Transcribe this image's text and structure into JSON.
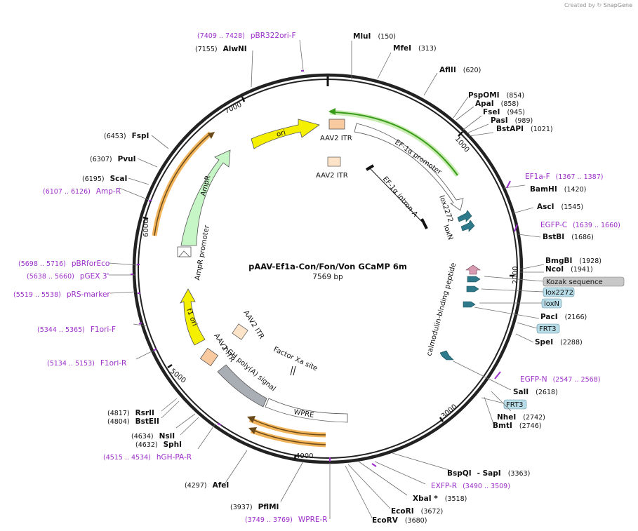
{
  "credit": {
    "prefix": "Created by",
    "brand": "SnapGene"
  },
  "plasmid": {
    "name": "pAAV-Ef1a-Con/Fon/Von GCaMP 6m",
    "length_label": "7569 bp",
    "length": 7569
  },
  "colors": {
    "backbone": "#222222",
    "primer": "#9b2fc9",
    "ori": "#f5f000",
    "amp": "#c6f5c6",
    "itr": "#f9c9a0",
    "promoter": "#ffffff",
    "green_arrow": "#3a9a1a",
    "orange_highlight": "#f2b45a",
    "grey_feature": "#a9adb4",
    "badge_blue": "#b9dde8",
    "badge_grey": "#c8c8c8"
  },
  "ticks": [
    {
      "label": "1000"
    },
    {
      "label": "2000"
    },
    {
      "label": "3000"
    },
    {
      "label": "4000"
    },
    {
      "label": "5000"
    },
    {
      "label": "6000"
    },
    {
      "label": "7000"
    }
  ],
  "sites": [
    {
      "name": "MluI",
      "pos": "(150)"
    },
    {
      "name": "MfeI",
      "pos": "(313)"
    },
    {
      "name": "AflII",
      "pos": "(620)"
    },
    {
      "name": "PspOMI",
      "pos": "(854)"
    },
    {
      "name": "ApaI",
      "pos": "(858)"
    },
    {
      "name": "FseI",
      "pos": "(945)"
    },
    {
      "name": "PasI",
      "pos": "(989)"
    },
    {
      "name": "BstAPI",
      "pos": "(1021)"
    },
    {
      "name": "BamHI",
      "pos": "(1420)"
    },
    {
      "name": "AscI",
      "pos": "(1545)"
    },
    {
      "name": "BstBI",
      "pos": "(1686)"
    },
    {
      "name": "BmgBI",
      "pos": "(1928)"
    },
    {
      "name": "NcoI",
      "pos": "(1941)"
    },
    {
      "name": "PacI",
      "pos": "(2166)"
    },
    {
      "name": "SpeI",
      "pos": "(2288)"
    },
    {
      "name": "SalI",
      "pos": "(2618)"
    },
    {
      "name": "NheI",
      "pos": "(2742)"
    },
    {
      "name": "BmtI",
      "pos": "(2746)"
    },
    {
      "name": "BspQI",
      "pos": ""
    },
    {
      "name": "- SapI",
      "pos": "(3363)"
    },
    {
      "name": "XbaI *",
      "pos": "(3518)"
    },
    {
      "name": "EcoRI",
      "pos": "(3672)"
    },
    {
      "name": "EcoRV",
      "pos": "(3680)"
    },
    {
      "name": "PflMI",
      "pos": "(3937)"
    },
    {
      "name": "AfeI",
      "pos": "(4297)"
    },
    {
      "name": "SphI",
      "pos": "(4632)"
    },
    {
      "name": "NsiI",
      "pos": "(4634)"
    },
    {
      "name": "BstEII",
      "pos": "(4804)"
    },
    {
      "name": "RsrII",
      "pos": "(4817)"
    },
    {
      "name": "ScaI",
      "pos": "(6195)"
    },
    {
      "name": "PvuI",
      "pos": "(6307)"
    },
    {
      "name": "FspI",
      "pos": "(6453)"
    },
    {
      "name": "AlwNI",
      "pos": "(7155)"
    }
  ],
  "primers": [
    {
      "name": "pBR322ori-F",
      "range": "(7409 .. 7428)"
    },
    {
      "name": "EF1a-F",
      "range": "(1367 .. 1387)"
    },
    {
      "name": "EGFP-C",
      "range": "(1639 .. 1660)"
    },
    {
      "name": "EGFP-N",
      "range": "(2547 .. 2568)"
    },
    {
      "name": "EXFP-R",
      "range": "(3490 .. 3509)"
    },
    {
      "name": "WPRE-R",
      "range": "(3749 .. 3769)"
    },
    {
      "name": "hGH-PA-R",
      "range": "(4515 .. 4534)"
    },
    {
      "name": "F1ori-R",
      "range": "(5134 .. 5153)"
    },
    {
      "name": "F1ori-F",
      "range": "(5344 .. 5365)"
    },
    {
      "name": "pRS-marker",
      "range": "(5519 .. 5538)"
    },
    {
      "name": "pGEX 3'",
      "range": "(5638 .. 5660)"
    },
    {
      "name": "pBRforEco",
      "range": "(5698 .. 5716)"
    },
    {
      "name": "Amp-R",
      "range": "(6107 .. 6126)"
    }
  ],
  "features": [
    {
      "name": "ori"
    },
    {
      "name": "AAV2 ITR"
    },
    {
      "name": "AAV2 ITR"
    },
    {
      "name": "EF-1α promoter"
    },
    {
      "name": "EF-1α intron A"
    },
    {
      "name": "lox2272"
    },
    {
      "name": "loxN"
    },
    {
      "name": "AmpR"
    },
    {
      "name": "AmpR promoter"
    },
    {
      "name": "f1 ori"
    },
    {
      "name": "AAV2 ITR"
    },
    {
      "name": "AAV2 ITR"
    },
    {
      "name": "hGH poly(A) signal"
    },
    {
      "name": "WPRE"
    },
    {
      "name": "Factor Xa site"
    },
    {
      "name": "calmodulin-binding peptide"
    }
  ],
  "badges": [
    {
      "name": "Kozak sequence"
    },
    {
      "name": "lox2272"
    },
    {
      "name": "loxN"
    },
    {
      "name": "FRT3"
    },
    {
      "name": "FRT3"
    }
  ]
}
